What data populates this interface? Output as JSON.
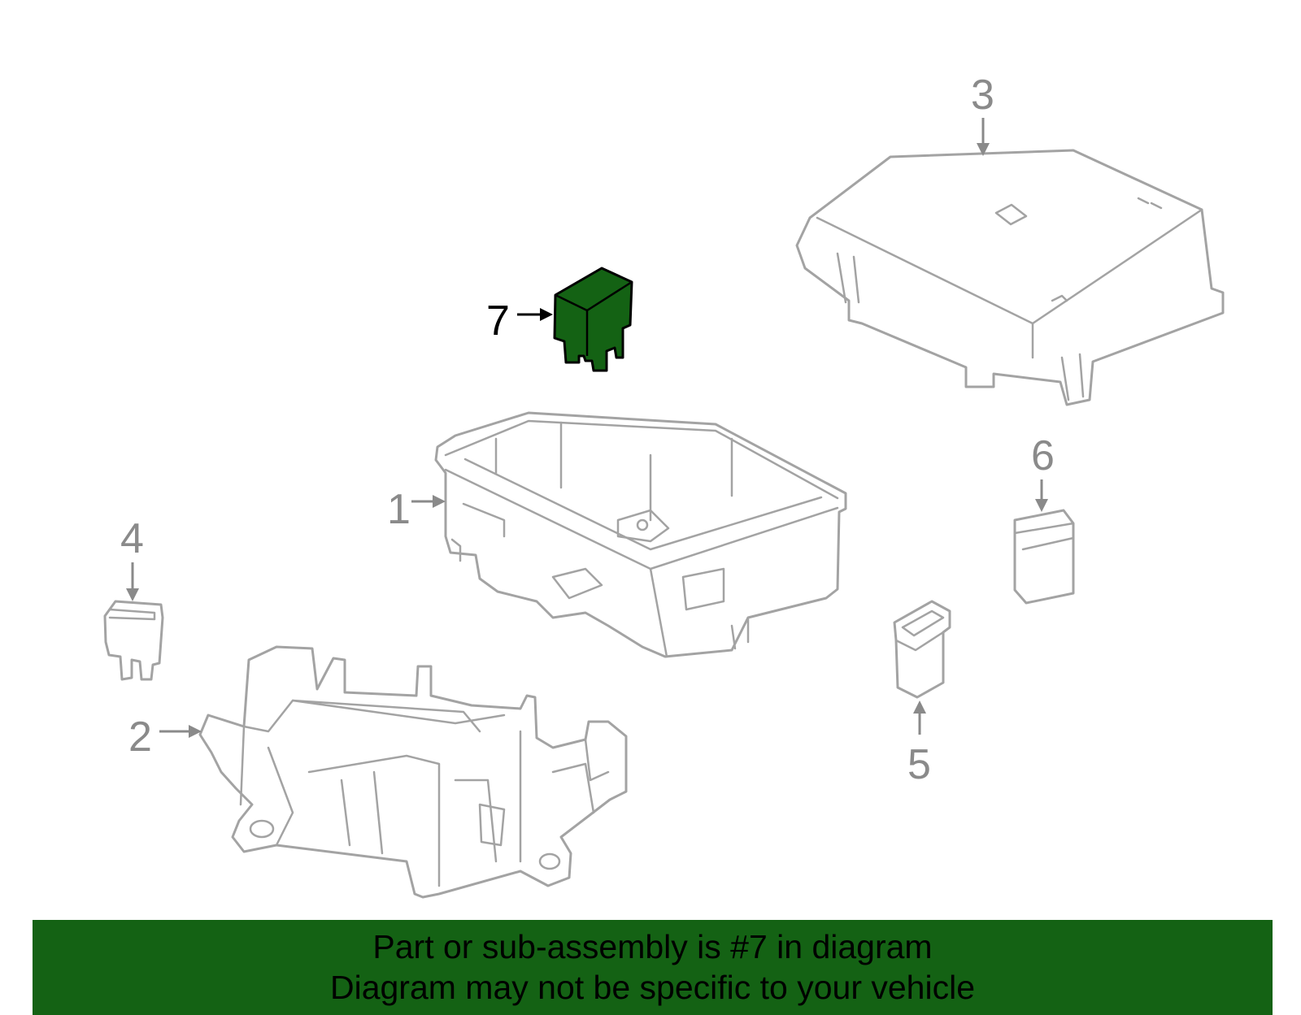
{
  "diagram": {
    "highlight_color": "#146214",
    "callouts": [
      {
        "id": "1",
        "label": "1"
      },
      {
        "id": "2",
        "label": "2"
      },
      {
        "id": "3",
        "label": "3"
      },
      {
        "id": "4",
        "label": "4"
      },
      {
        "id": "5",
        "label": "5"
      },
      {
        "id": "6",
        "label": "6"
      },
      {
        "id": "7",
        "label": "7",
        "highlighted": true
      }
    ]
  },
  "banner": {
    "line1": "Part or sub-assembly is #7 in diagram",
    "line2": "Diagram may not be specific to your vehicle",
    "background": "#146214"
  }
}
